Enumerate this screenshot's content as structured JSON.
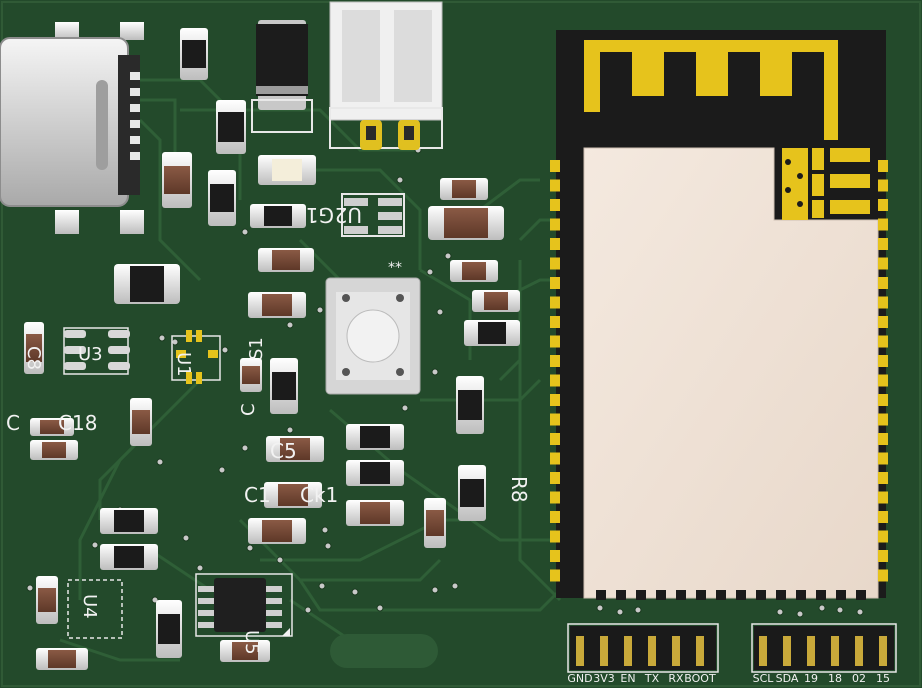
{
  "board": {
    "colors": {
      "substrate": "#234a2b",
      "trace": "#2d5c35",
      "silkscreen": "#f2f2f2",
      "gold": "#e6c31c",
      "pad_silver": "#d8d8d8",
      "capacitor_body": "#7a4b38",
      "component_black": "#1b1b1b",
      "module_shield": "#f0e3d8"
    },
    "designators": {
      "u1": "U1",
      "u2": "U2",
      "u3": "U3",
      "u4": "U4",
      "u5": "U5",
      "g1": "G1",
      "s1": "S1",
      "r8": "R8",
      "c8": "C8",
      "c18": "C18",
      "c5": "C5",
      "ck1": "Ck1",
      "c1": "C1",
      "cx": "C"
    },
    "header_left": {
      "pins": [
        "GND",
        "3V3",
        "EN",
        "TX",
        "RX",
        "BOOT"
      ]
    },
    "header_right": {
      "pins": [
        "SCL",
        "SDA",
        "19",
        "18",
        "02",
        "15"
      ]
    }
  }
}
